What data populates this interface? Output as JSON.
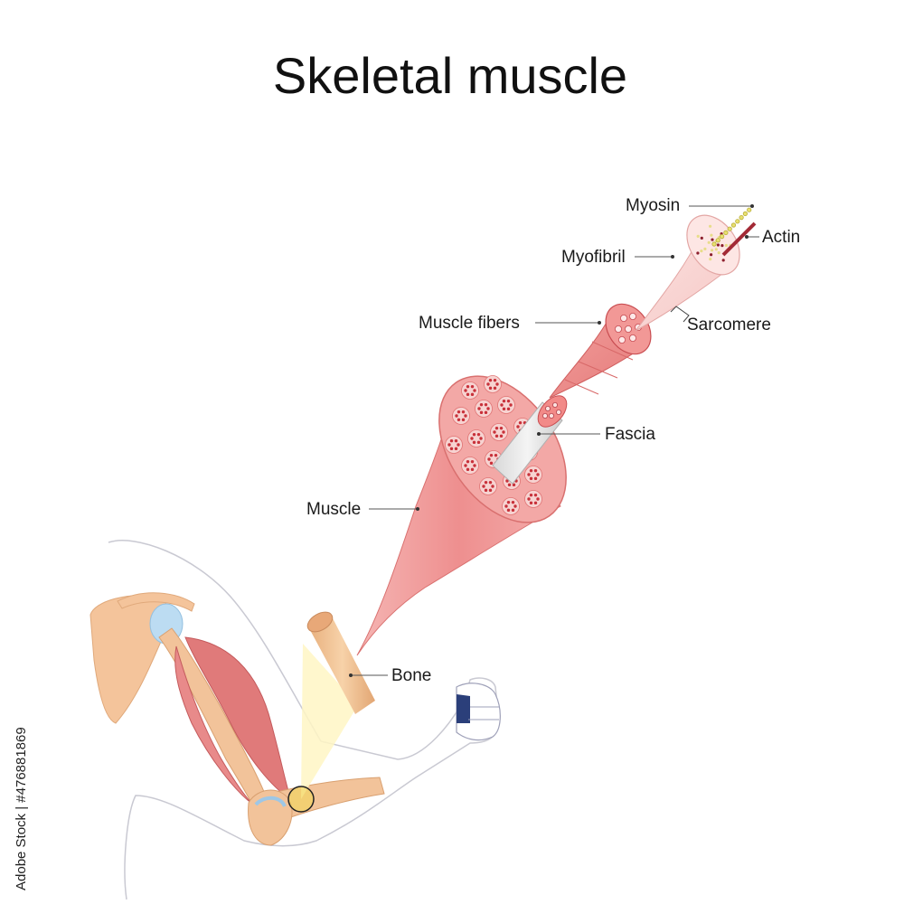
{
  "title": "Skeletal muscle",
  "labels": {
    "myosin": "Myosin",
    "actin": "Actin",
    "myofibril": "Myofibril",
    "sarcomere": "Sarcomere",
    "muscle_fibers": "Muscle fibers",
    "fascia": "Fascia",
    "muscle": "Muscle",
    "bone": "Bone"
  },
  "stock_id": "Adobe Stock | #476881869",
  "colors": {
    "muscle": "#ee8f8f",
    "muscle_dark": "#d9605f",
    "muscle_light": "#f7c3c0",
    "fiber_dot": "#c8313a",
    "bone": "#f2c39a",
    "bone_cartilage": "#bcdcf2",
    "highlight_cone": "#fff6c4",
    "actin": "#a32a36",
    "myosin": "#e8e070"
  }
}
